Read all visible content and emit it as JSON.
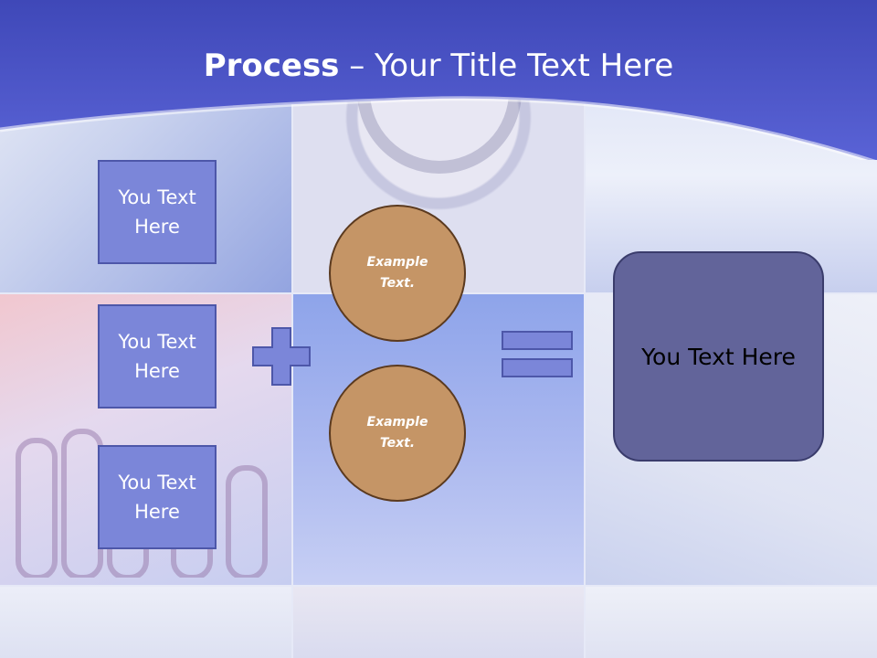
{
  "slide": {
    "title_bold": "Process",
    "title_rest": " – Your Title Text Here"
  },
  "left_boxes": [
    {
      "line1": "You Text",
      "line2": "Here"
    },
    {
      "line1": "You Text",
      "line2": "Here"
    },
    {
      "line1": "You Text",
      "line2": "Here"
    }
  ],
  "circles": [
    {
      "line1": "Example",
      "line2": "Text."
    },
    {
      "line1": "Example",
      "line2": "Text."
    }
  ],
  "result": {
    "text": "You Text Here"
  },
  "colors": {
    "banner": "#4b55c9",
    "box_fill": "#7b86d9",
    "circle_fill": "#c59566",
    "result_fill": "#62649a"
  }
}
